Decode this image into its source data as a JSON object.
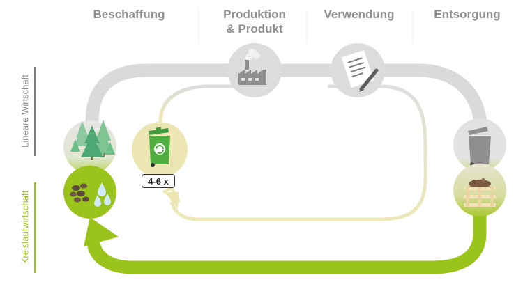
{
  "headers": {
    "procurement": "Beschaffung",
    "production_line1": "Produktion",
    "production_line2": "& Produkt",
    "use": "Verwendung",
    "disposal": "Entsorgung"
  },
  "side_labels": {
    "linear": "Lineare Wirtschaft",
    "circular": "Kreislaufwirtschaft"
  },
  "reuse_badge": "4-6 x",
  "colors": {
    "linear_gray": "#d9d9d9",
    "header_gray": "#8e8e8e",
    "circular_green": "#9ac31c",
    "reuse_yellow": "#ece7b2",
    "divider_gray": "#7d7d7d"
  }
}
